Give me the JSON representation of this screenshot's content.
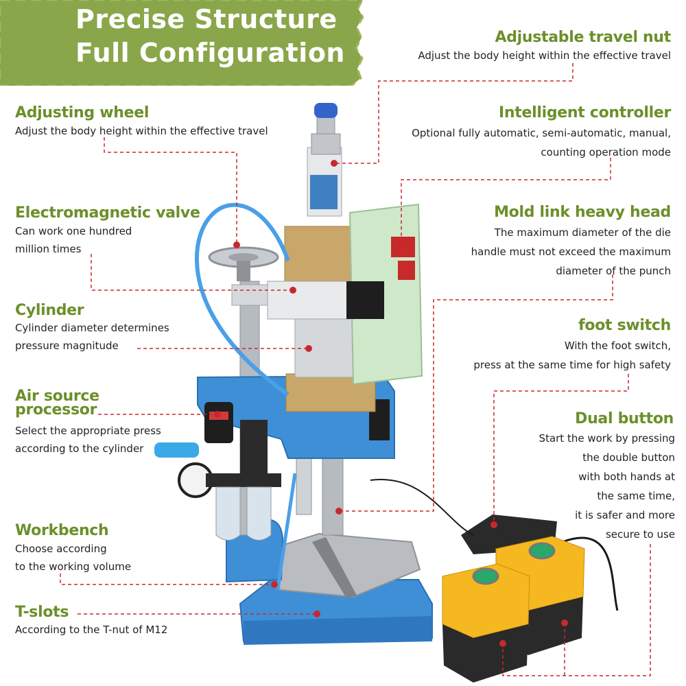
{
  "banner": {
    "line1": "Precise Structure",
    "line2": "Full Configuration",
    "color": "#8aa64a"
  },
  "callouts": {
    "adjusting_wheel": {
      "title": "Adjusting wheel",
      "desc": [
        "Adjust the body height within the effective travel"
      ]
    },
    "electromagnetic_valve": {
      "title": "Electromagnetic valve",
      "desc": [
        "Can work one hundred",
        "million times"
      ]
    },
    "cylinder": {
      "title": "Cylinder",
      "desc": [
        "Cylinder diameter determines",
        "pressure magnitude"
      ]
    },
    "air_source_processor": {
      "title_line1": "Air source",
      "title_line2": "processor",
      "desc": [
        "Select the appropriate press",
        "according to the cylinder"
      ]
    },
    "workbench": {
      "title": "Workbench",
      "desc": [
        "Choose according",
        "to the working volume"
      ]
    },
    "t_slots": {
      "title": "T-slots",
      "desc": [
        "According to the T-nut of M12"
      ]
    },
    "adjustable_travel_nut": {
      "title": "Adjustable travel nut",
      "desc": [
        "Adjust the body height within the effective travel"
      ]
    },
    "intelligent_controller": {
      "title": "Intelligent controller",
      "desc": [
        "Optional fully automatic, semi-automatic, manual,",
        "counting operation mode"
      ]
    },
    "mold_link_heavy_head": {
      "title": "Mold link heavy head",
      "desc": [
        "The maximum diameter of the die",
        "handle must not exceed the maximum",
        "diameter of the punch"
      ]
    },
    "foot_switch": {
      "title": "foot switch",
      "desc": [
        "With the foot switch,",
        "press at the same time for high safety"
      ]
    },
    "dual_button": {
      "title": "Dual button",
      "desc": [
        "Start the work by pressing",
        "the double button",
        "with both hands at",
        "the same time,",
        "it is safer and more",
        "secure to use"
      ]
    }
  },
  "colors": {
    "title_green": "#6b8f2a",
    "leader_red": "#c8282d",
    "machine_blue": "#3f8fd6",
    "cylinder_gold": "#c9a76a",
    "controller_green": "#cfe8c9",
    "button_yellow": "#f6b820",
    "button_green": "#2aa76a"
  }
}
